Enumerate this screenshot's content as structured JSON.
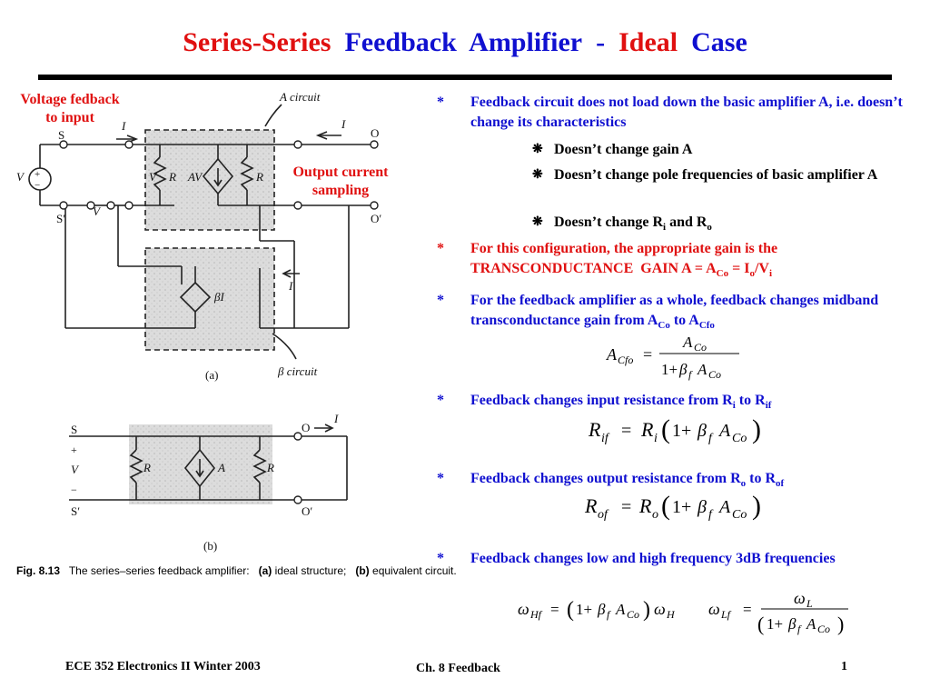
{
  "title": {
    "part1": "Series-Series",
    "part2": "Feedback",
    "part3": "Amplifier",
    "dash": "-",
    "part4": "Ideal",
    "part5": "Case"
  },
  "annotations": {
    "input_line1": "Voltage fedback",
    "input_line2": "to input",
    "output_line1": "Output current",
    "output_line2": "sampling"
  },
  "figure": {
    "caption_label": "Fig. 8.13",
    "caption_text": "The series–series feedback amplifier:",
    "caption_a_tag": "(a)",
    "caption_a_text": "ideal structure;",
    "caption_b_tag": "(b)",
    "caption_b_text": "equivalent circuit.",
    "labels": {
      "a_circuit": "A circuit",
      "beta_circuit": "β circuit",
      "sub_a": "(a)",
      "sub_b": "(b)",
      "S": "S",
      "S_prime": "S′",
      "O": "O",
      "O_prime": "O′",
      "Ii": "I",
      "Io": "I",
      "Vs": "V",
      "Vi": "V",
      "Vf": "V",
      "Ri": "R",
      "Ro": "R",
      "AVi": "AV",
      "betaIo": "βI",
      "Rif": "R",
      "Rof": "R",
      "AfVs": "A",
      "plus": "+",
      "minus": "−"
    }
  },
  "bullets": [
    {
      "text": "Feedback circuit does not load down the basic amplifier A, i.e. doesn’t change its characteristics",
      "color": "blue"
    },
    {
      "text": "For this configuration, the appropriate gain is the",
      "color": "red"
    },
    {
      "text": "For the feedback amplifier as a whole, feedback changes midband transconductance gain from A",
      "color": "blue"
    },
    {
      "text": "Feedback changes input resistance from R",
      "color": "blue"
    },
    {
      "text": "Feedback changes output resistance from R",
      "color": "blue"
    },
    {
      "text": "Feedback changes low and high frequency 3dB frequencies",
      "color": "blue"
    }
  ],
  "bullet_star": "*",
  "sub_bullets": [
    "Doesn’t change gain A",
    "Doesn’t change pole frequencies of basic amplifier A",
    "Doesn’t change R"
  ],
  "footer": {
    "left": "ECE 352  Electronics II Winter 2003",
    "center": "Ch. 8 Feedback",
    "page": "1"
  },
  "colors": {
    "title_red": "#e01010",
    "title_blue": "#1010d0",
    "text_blue": "#1010d0",
    "text_red": "#e01010"
  }
}
